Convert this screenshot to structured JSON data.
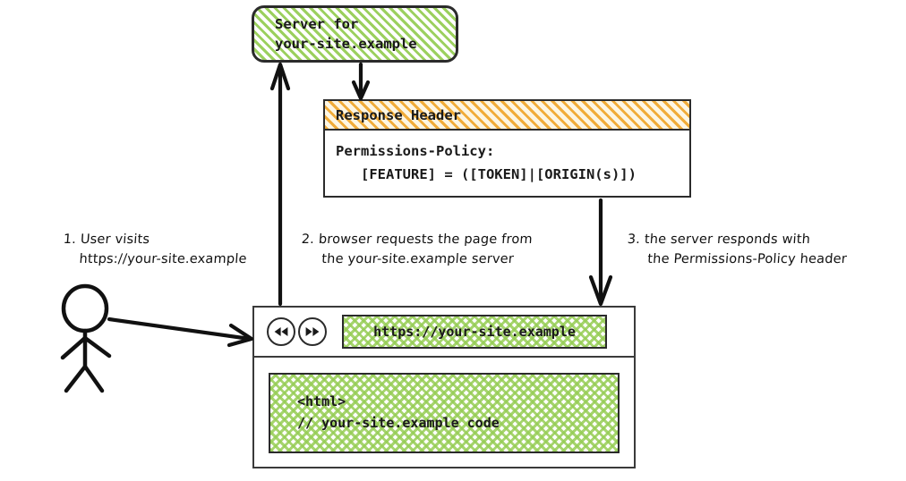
{
  "diagram": {
    "title": "Permissions-Policy response header flow",
    "colors": {
      "green_fill": "#96cd55",
      "orange_fill": "#f0a830",
      "stroke": "#2b2b2b",
      "background": "#ffffff"
    }
  },
  "server_node": {
    "name": "server-node",
    "label": "Server for\nyour-site.example"
  },
  "response_header": {
    "title": "Response Header",
    "lines": [
      "Permissions-Policy:",
      "   [FEATURE] = ([TOKEN]|[ORIGIN(s)])"
    ]
  },
  "browser": {
    "back_icon": "rewind-icon",
    "forward_icon": "fast-forward-icon",
    "url": "https://your-site.example",
    "page_code": [
      "<html>",
      "// your-site.example code"
    ]
  },
  "actor": {
    "name": "stick-figure-user"
  },
  "steps": [
    {
      "id": "step-1",
      "text": "1. User visits\n    https://your-site.example"
    },
    {
      "id": "step-2",
      "text": "2. browser requests the page from\n     the your-site.example server"
    },
    {
      "id": "step-3",
      "text": "3. the server responds with\n     the Permissions-Policy header"
    }
  ],
  "arrows": [
    {
      "name": "arrow-user-to-browser",
      "direction": "right"
    },
    {
      "name": "arrow-browser-to-server",
      "direction": "up"
    },
    {
      "name": "arrow-server-to-response-header",
      "direction": "down"
    },
    {
      "name": "arrow-response-header-to-browser",
      "direction": "down"
    }
  ]
}
